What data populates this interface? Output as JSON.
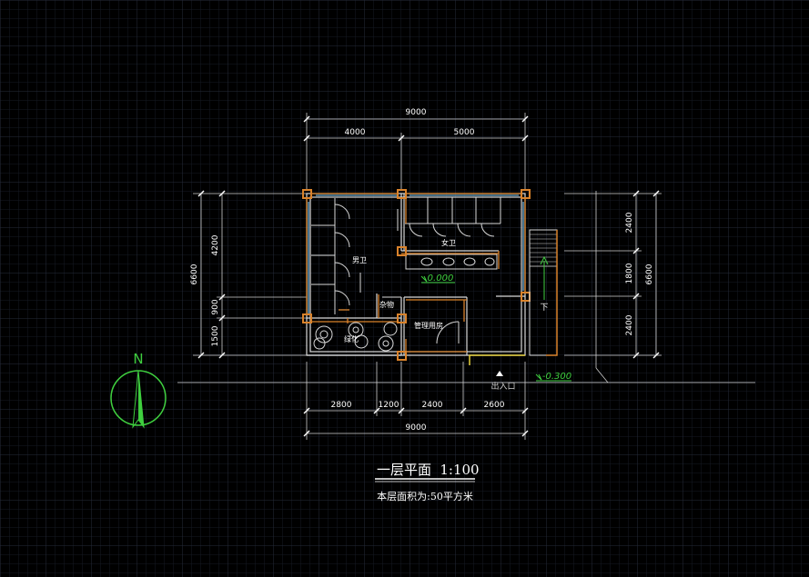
{
  "drawing": {
    "title": "一层平面",
    "scale": "1:100",
    "area_note": "本层面积为:50平方米",
    "north_label": "N",
    "entrance_label": "出入口",
    "stair_label": "下",
    "level_floor": "0.000",
    "level_outside": "-0.300"
  },
  "rooms": {
    "female_wc": "女卫",
    "male_wc": "男卫",
    "janitor": "杂物",
    "management": "管理用房",
    "garden": "绿化"
  },
  "dimensions": {
    "top_total": "9000",
    "top_left": "4000",
    "top_right": "5000",
    "bottom_total": "9000",
    "bottom_1": "2800",
    "bottom_2": "1200",
    "bottom_3": "2400",
    "bottom_4": "2600",
    "left_total": "6600",
    "left_1": "4200",
    "left_2": "900",
    "left_3": "1500",
    "right_total": "6600",
    "right_1": "2400",
    "right_2": "1800",
    "right_3": "2400"
  },
  "colors": {
    "background": "#000000",
    "grid": "#1e2230",
    "wall": "#d9d9d9",
    "column": "#d9822b",
    "accent_green": "#3fcf3f",
    "ramp_yellow": "#e6d03a"
  }
}
